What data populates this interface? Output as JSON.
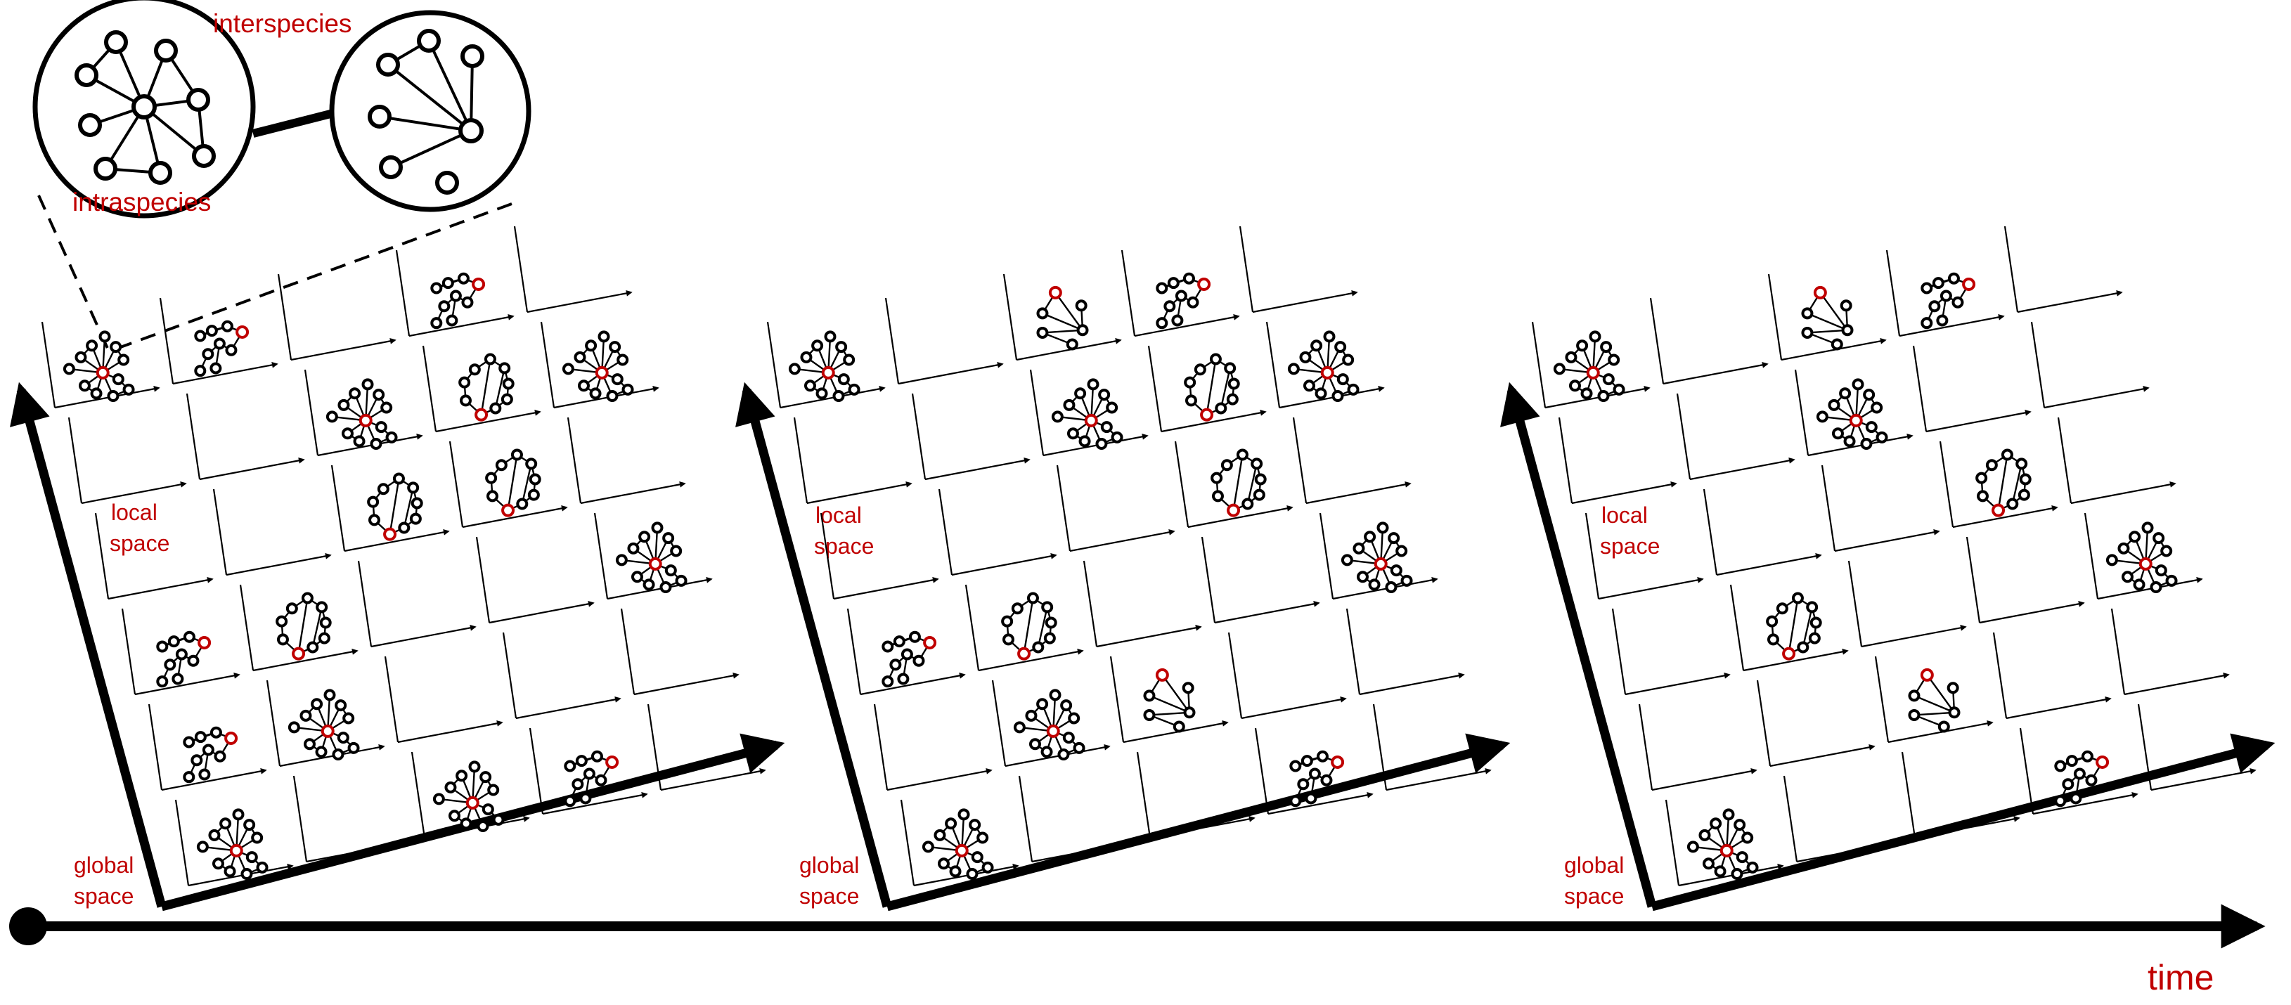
{
  "labels": {
    "interspecies": "interspecies",
    "intraspecies": "intraspecies",
    "local_space": [
      "local",
      "space"
    ],
    "global_space": [
      "global",
      "space"
    ],
    "time": "time"
  },
  "colors": {
    "ink": "#000000",
    "accent": "#c00000",
    "background": "#ffffff"
  },
  "panels": [
    {
      "id": "panel-1",
      "networks": [
        {
          "row": 0,
          "col": 0,
          "type": "star"
        },
        {
          "row": 0,
          "col": 1,
          "type": "chain"
        },
        {
          "row": 0,
          "col": 3,
          "type": "chain"
        },
        {
          "row": 1,
          "col": 2,
          "type": "star"
        },
        {
          "row": 1,
          "col": 3,
          "type": "loop"
        },
        {
          "row": 1,
          "col": 4,
          "type": "star"
        },
        {
          "row": 2,
          "col": 2,
          "type": "loop"
        },
        {
          "row": 2,
          "col": 3,
          "type": "loop"
        },
        {
          "row": 3,
          "col": 0,
          "type": "chain"
        },
        {
          "row": 3,
          "col": 1,
          "type": "loop"
        },
        {
          "row": 3,
          "col": 4,
          "type": "star"
        },
        {
          "row": 4,
          "col": 0,
          "type": "chain"
        },
        {
          "row": 4,
          "col": 1,
          "type": "star"
        },
        {
          "row": 5,
          "col": 0,
          "type": "star"
        },
        {
          "row": 5,
          "col": 2,
          "type": "star"
        },
        {
          "row": 5,
          "col": 3,
          "type": "chain"
        }
      ]
    },
    {
      "id": "panel-2",
      "networks": [
        {
          "row": 0,
          "col": 0,
          "type": "star"
        },
        {
          "row": 0,
          "col": 2,
          "type": "fan"
        },
        {
          "row": 0,
          "col": 3,
          "type": "chain"
        },
        {
          "row": 1,
          "col": 2,
          "type": "star"
        },
        {
          "row": 1,
          "col": 3,
          "type": "loop"
        },
        {
          "row": 1,
          "col": 4,
          "type": "star"
        },
        {
          "row": 2,
          "col": 3,
          "type": "loop"
        },
        {
          "row": 3,
          "col": 0,
          "type": "chain"
        },
        {
          "row": 3,
          "col": 1,
          "type": "loop"
        },
        {
          "row": 3,
          "col": 4,
          "type": "star"
        },
        {
          "row": 4,
          "col": 1,
          "type": "star"
        },
        {
          "row": 4,
          "col": 2,
          "type": "fan"
        },
        {
          "row": 5,
          "col": 0,
          "type": "star"
        },
        {
          "row": 5,
          "col": 3,
          "type": "chain"
        }
      ]
    },
    {
      "id": "panel-3",
      "networks": [
        {
          "row": 0,
          "col": 0,
          "type": "star"
        },
        {
          "row": 0,
          "col": 2,
          "type": "fan"
        },
        {
          "row": 0,
          "col": 3,
          "type": "chain"
        },
        {
          "row": 1,
          "col": 2,
          "type": "star"
        },
        {
          "row": 2,
          "col": 3,
          "type": "loop"
        },
        {
          "row": 3,
          "col": 1,
          "type": "loop"
        },
        {
          "row": 3,
          "col": 4,
          "type": "star"
        },
        {
          "row": 4,
          "col": 2,
          "type": "fan"
        },
        {
          "row": 5,
          "col": 0,
          "type": "star"
        },
        {
          "row": 5,
          "col": 3,
          "type": "chain"
        }
      ]
    }
  ]
}
